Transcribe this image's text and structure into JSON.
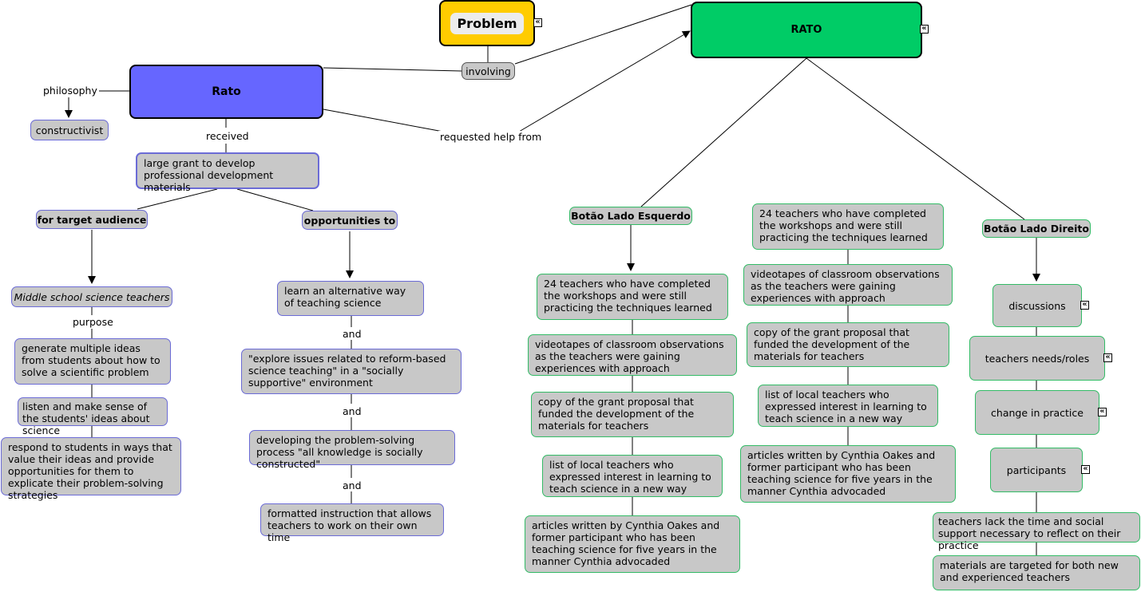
{
  "nodes": {
    "problem": "Problem",
    "rato_main": "Rato",
    "rato_green": "RATO",
    "constructivist": "constructivist",
    "grant": "large grant to develop professional development materials",
    "target_audience": "for target audience",
    "opportunities_to": "opportunities to",
    "middle_school": "Middle school science teachers",
    "generate_ideas": "generate multiple ideas from students about how to solve a scientific problem",
    "listen": "listen and make sense of the students' ideas about science",
    "respond": "respond to students in ways that value their ideas and provide opportunities for them to explicate their problem-solving strategies",
    "learn_alternative": "learn an alternative way of teaching science",
    "explore_issues": "\"explore issues related to reform-based science teaching\" in a \"socially supportive\" environment",
    "developing": "developing the problem-solving process \"all knowledge is socially constructed\"",
    "formatted": "formatted instruction that allows teachers to work on their own time",
    "left_button": "Botão Lado Esquerdo",
    "right_button": "Botão Lado Direito",
    "l_24": "24 teachers who have completed the workshops and were still practicing the techniques learned",
    "l_video": "videotapes of classroom observations as the teachers were gaining experiences with approach",
    "l_copy": "copy of the grant proposal that funded the development of the materials for teachers",
    "l_list": "list of local teachers who expressed interest in learning to teach science in a new way",
    "l_articles": "articles written by Cynthia Oakes and former participant who has been teaching science for five years in the manner Cynthia advocaded",
    "m_24": "24 teachers who have completed the workshops and were still practicing the techniques learned",
    "m_video": "videotapes of classroom observations as the teachers were gaining experiences with approach",
    "m_copy": "copy of the grant proposal that funded the development of the materials for teachers",
    "m_list": "list of local teachers who expressed interest in learning to teach science in a new way",
    "m_articles": "articles written by Cynthia Oakes and former participant who has been teaching science for five years in the manner Cynthia advocaded",
    "discussions": "discussions",
    "needs_roles": "teachers needs/roles",
    "change_practice": "change in practice",
    "participants": "participants",
    "lack_time": "teachers lack the time and social support necessary to reflect on their practice",
    "materials_targeted": "materials are targeted for both new and experienced teachers"
  },
  "links": {
    "philosophy": "philosophy",
    "involving": "involving",
    "received": "received",
    "requested_help": "requested help from",
    "purpose": "purpose",
    "and_1": "and",
    "and_2": "and",
    "and_3": "and"
  },
  "colors": {
    "problem_fill": "#ffcc00",
    "rato_main_fill": "#6666ff",
    "rato_green_fill": "#00cc66",
    "node_fill": "#c8c8c8",
    "blue_border": "#6b6bd6",
    "green_border": "#33bb66"
  },
  "icons": {
    "expand": "expand-icon"
  }
}
